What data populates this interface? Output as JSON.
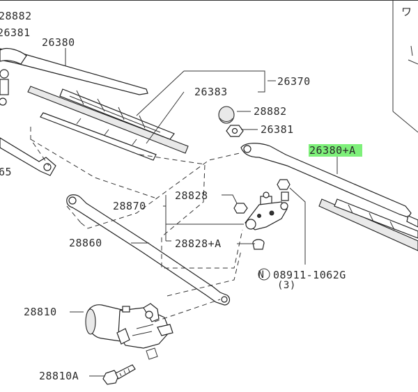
{
  "diagram": {
    "part_labels": {
      "p28882_top": "28882",
      "p26381_top": "26381",
      "p26380": "26380",
      "p26370": "26370",
      "p26383": "26383",
      "p28882": "28882",
      "p26381": "26381",
      "p26380A": "26380+A",
      "p65": "65",
      "p28828": "28828",
      "p28870": "28870",
      "p28828A": "28828+A",
      "p28860": "28860",
      "p08911": "08911-1062G",
      "p08911_qty": "(3)",
      "p28810": "28810",
      "p28810A": "28810A",
      "n_marker": "N",
      "top_right_glyph": "ワ"
    },
    "highlight_color": "#7ef07a",
    "line_color": "#333333"
  }
}
